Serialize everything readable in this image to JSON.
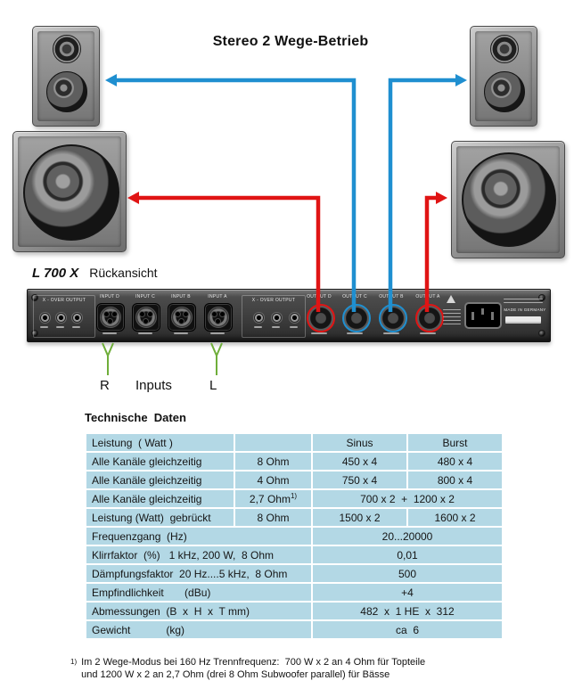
{
  "title": "Stereo 2 Wege-Betrieb",
  "device": {
    "model": "L 700 X",
    "view": "Rückansicht",
    "xover_label": "X - OVER OUTPUT",
    "inputs": [
      "INPUT D",
      "INPUT C",
      "INPUT B",
      "INPUT A"
    ],
    "outputs": [
      "OUTPUT D",
      "OUTPUT C",
      "OUTPUT B",
      "OUTPUT A"
    ],
    "made_in": "MADE IN GERMANY"
  },
  "markers": {
    "left": "R",
    "center": "Inputs",
    "right": "L"
  },
  "colors": {
    "high_line": "#1f8fd0",
    "low_line": "#e01414",
    "marker_green": "#6fae3a",
    "table_cell": "#b3d8e5"
  },
  "table": {
    "caption": "Technische  Daten",
    "rows": [
      {
        "c0": "Leistung  ( Watt )",
        "c1": "",
        "c2": "Sinus",
        "c3": "Burst"
      },
      {
        "c0": "Alle Kanäle gleichzeitig",
        "c1": "8 Ohm",
        "c2": "450 x 4",
        "c3": "480 x 4"
      },
      {
        "c0": "Alle Kanäle gleichzeitig",
        "c1": "4 Ohm",
        "c2": "750 x 4",
        "c3": "800 x 4"
      },
      {
        "c0": "Alle Kanäle gleichzeitig",
        "c1": "2,7 Ohm",
        "c1_sup": "1)",
        "c2": "700 x 2  +  1200 x 2"
      },
      {
        "c0": "Leistung (Watt)  gebrückt",
        "c1": "8 Ohm",
        "c2": "1500 x 2",
        "c3": "1600 x 2"
      },
      {
        "c0": "Frequenzgang  (Hz)",
        "c1": "20...20000"
      },
      {
        "c0": "Klirrfaktor  (%)   1 kHz, 200 W,  8 Ohm",
        "c1": "0,01"
      },
      {
        "c0": "Dämpfungsfaktor  20 Hz....5 kHz,  8 Ohm",
        "c1": "500"
      },
      {
        "c0": "Empfindlichkeit       (dBu)",
        "c1": "+4"
      },
      {
        "c0": "Abmessungen  (B  x  H  x  T mm)",
        "c1": "482  x  1 HE  x  312"
      },
      {
        "c0": "Gewicht            (kg)",
        "c1": "ca  6"
      }
    ]
  },
  "footnote": {
    "marker": "1)",
    "line1": "Im 2 Wege-Modus bei 160 Hz Trennfrequenz:  700 W x 2 an 4 Ohm für Topteile",
    "line2": "und 1200 W x 2 an 2,7 Ohm (drei 8 Ohm Subwoofer parallel) für Bässe"
  }
}
